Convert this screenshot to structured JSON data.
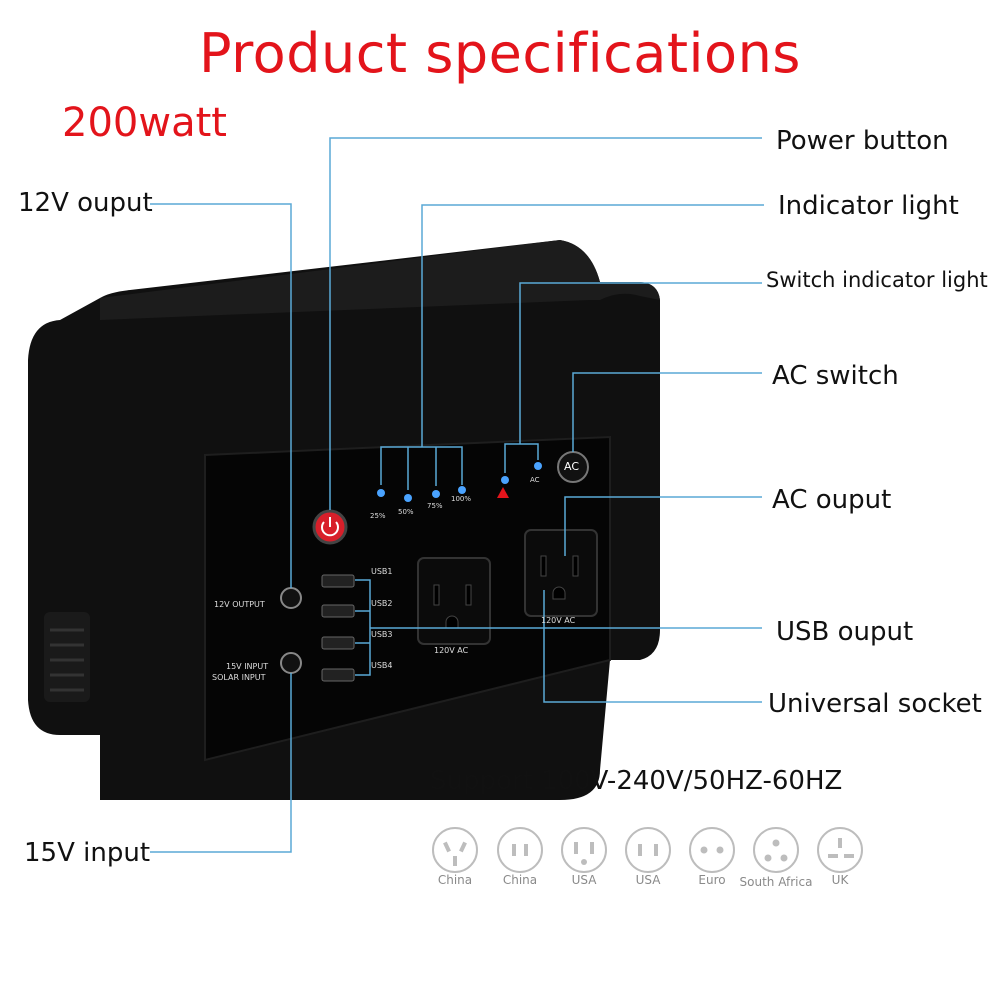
{
  "title": "Product specifications",
  "subtitle": "200watt",
  "callouts": {
    "power_button": "Power button",
    "indicator_light": "Indicator light",
    "switch_indicator_light": "Switch indicator light",
    "ac_switch": "AC switch",
    "ac_output": "AC ouput",
    "usb_output": "USB ouput",
    "universal_socket": "Universal socket",
    "twelve_v_output": "12V ouput",
    "fifteen_v_input": "15V input"
  },
  "device_labels": {
    "p25": "25%",
    "p50": "50%",
    "p75": "75%",
    "p100": "100%",
    "ac_small": "AC",
    "ac_button": "AC",
    "usb1": "USB1",
    "usb2": "USB2",
    "usb3": "USB3",
    "usb4": "USB4",
    "out12v": "12V OUTPUT",
    "in15v": "15V INPUT",
    "solar": "SOLAR INPUT",
    "socket1": "120V AC",
    "socket2": "120V AC"
  },
  "support_text": "Support 100V-240V/50HZ-60HZ",
  "plugs": [
    "China",
    "China",
    "USA",
    "USA",
    "Euro",
    "South Africa",
    "UK"
  ],
  "colors": {
    "title": "#e3141b",
    "leader": "#5aa9d6",
    "device": "#0d0d0d",
    "led": "#4aa3ff"
  }
}
